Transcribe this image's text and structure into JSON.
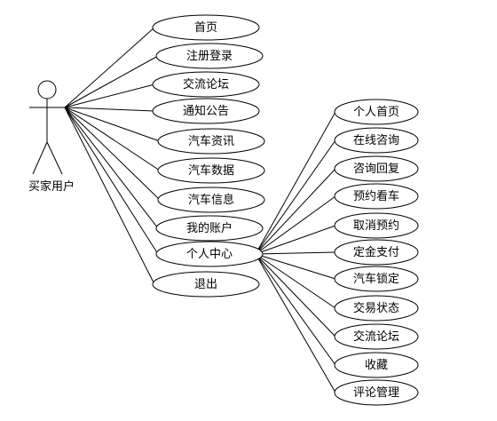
{
  "actor": {
    "label": "买家用户"
  },
  "use_cases": [
    {
      "id": "home",
      "label": "首页"
    },
    {
      "id": "register_login",
      "label": "注册登录"
    },
    {
      "id": "forum",
      "label": "交流论坛"
    },
    {
      "id": "notice",
      "label": "通知公告"
    },
    {
      "id": "car_news",
      "label": "汽车资讯"
    },
    {
      "id": "car_data",
      "label": "汽车数据"
    },
    {
      "id": "car_info",
      "label": "汽车信息"
    },
    {
      "id": "my_account",
      "label": "我的账户"
    },
    {
      "id": "personal_center",
      "label": "个人中心"
    },
    {
      "id": "logout",
      "label": "退出"
    }
  ],
  "sub_use_cases": [
    {
      "id": "personal_home",
      "label": "个人首页"
    },
    {
      "id": "online_consult",
      "label": "在线咨询"
    },
    {
      "id": "consult_reply",
      "label": "咨询回复"
    },
    {
      "id": "book_viewing",
      "label": "预约看车"
    },
    {
      "id": "cancel_booking",
      "label": "取消预约"
    },
    {
      "id": "deposit_payment",
      "label": "定金支付"
    },
    {
      "id": "car_lock",
      "label": "汽车锁定"
    },
    {
      "id": "trade_status",
      "label": "交易状态"
    },
    {
      "id": "sub_forum",
      "label": "交流论坛"
    },
    {
      "id": "favorites",
      "label": "收藏"
    },
    {
      "id": "comment_manage",
      "label": "评论管理"
    }
  ]
}
